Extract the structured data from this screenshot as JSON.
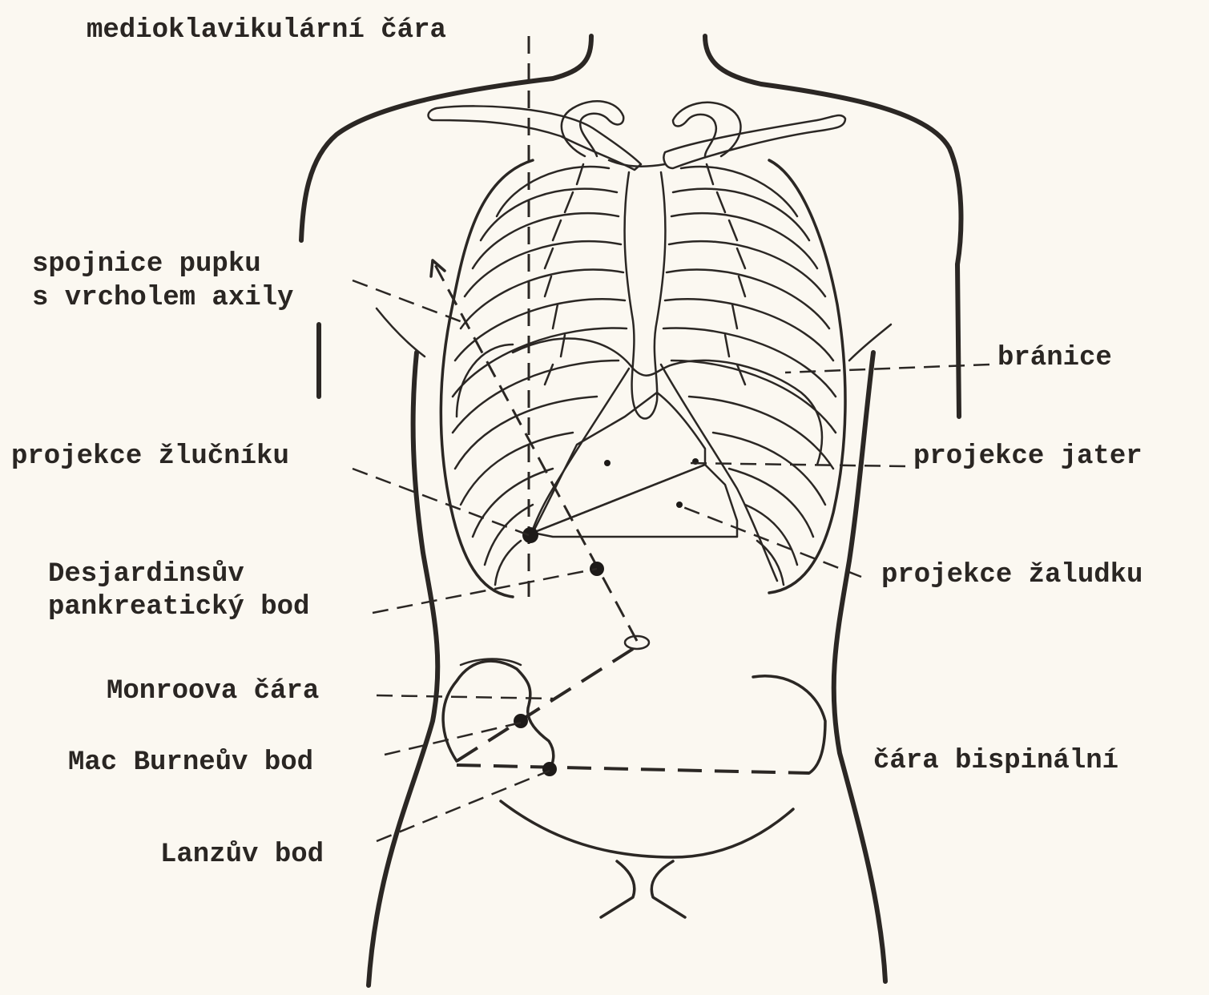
{
  "labels": {
    "medioklavikularni": "medioklavikulární čára",
    "spojnice_1": "spojnice pupku",
    "spojnice_2": "s vrcholem axily",
    "branice": "bránice",
    "projekce_zlucniku": "projekce žlučníku",
    "projekce_jater": "projekce jater",
    "projekce_zaludku": "projekce žaludku",
    "desjardins_1": "Desjardinsův",
    "desjardins_2": "pankreatický bod",
    "monroova": "Monroova čára",
    "mac_burney": "Mac Burneův bod",
    "bispinalni": "čára bispinální",
    "lanz": "Lanzův bod"
  }
}
